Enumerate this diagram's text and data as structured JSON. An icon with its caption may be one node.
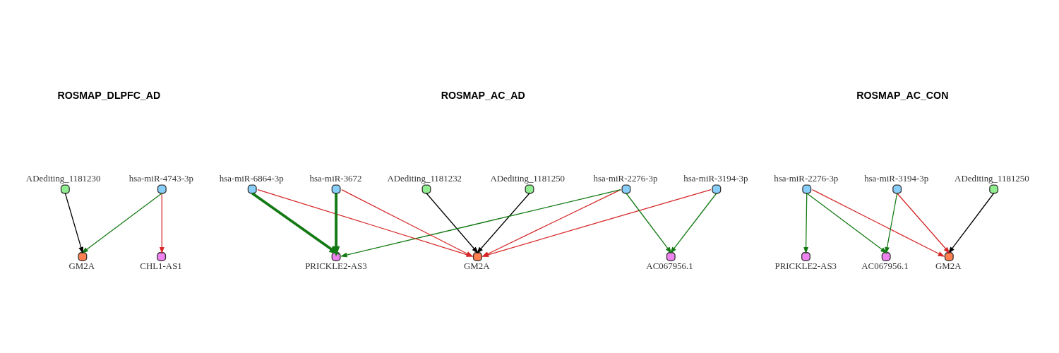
{
  "diagram": {
    "nodes": [
      {
        "text": [
          "CHL1-AS1"
        ]
      },
      {
        "text": [
          "hsa-miR-4743-3p"
        ]
      },
      {
        "text": [
          "GM2A"
        ]
      },
      {
        "text": [
          "ADediting_1181230"
        ]
      },
      {
        "text": [
          "ADediting_1181250"
        ]
      },
      {
        "text": [
          "ADediting_1181232"
        ]
      },
      {
        "text": [
          "hsa-miR-3194-3p"
        ]
      },
      {
        "text": [
          "GM2A"
        ]
      },
      {
        "text": [
          "AC067956.1"
        ]
      },
      {
        "text": [
          "hsa-miR-2276-3p"
        ]
      },
      {
        "text": [
          "hsa-miR-6864-3p"
        ]
      },
      {
        "text": [
          "hsa-miR-3672"
        ]
      },
      {
        "text": [
          "PRICKLE2-AS3"
        ]
      },
      {
        "text": [
          "PRICKLE2-AS3"
        ]
      },
      {
        "text": [
          "ADediting_1181250"
        ]
      },
      {
        "text": [
          "hsa-miR-2276-3p"
        ]
      },
      {
        "text": [
          "GM2A"
        ]
      },
      {
        "text": [
          "AC067956.1"
        ]
      },
      {
        "text": [
          "hsa-miR-3194-3p"
        ]
      }
    ],
    "edges": [
      {
        "from": 1,
        "to": 0,
        "arrow": "to",
        "color": "#d62728"
      },
      {
        "from": 1,
        "to": 2,
        "arrow": "to"
      },
      {
        "from": 3,
        "to": 2,
        "arrow": "to",
        "color": "#000000"
      },
      {
        "from": 4,
        "to": 7,
        "arrow": "to",
        "color": "#000000"
      },
      {
        "from": 5,
        "to": 7,
        "arrow": "to",
        "color": "#000000"
      },
      {
        "from": 6,
        "to": 7,
        "arrow": "to",
        "color": "#d62728"
      },
      {
        "from": 6,
        "to": 8,
        "arrow": "to"
      },
      {
        "from": 9,
        "to": 8,
        "arrow": "to"
      },
      {
        "from": 9,
        "to": 7,
        "arrow": "to",
        "color": "#d62728"
      },
      {
        "from": 9,
        "to": 12,
        "arrow": "to"
      },
      {
        "from": 10,
        "to": 7,
        "arrow": "to",
        "color": "#d62728"
      },
      {
        "from": 10,
        "to": 12,
        "arrow": "to",
        "style": "thick"
      },
      {
        "from": 11,
        "to": 7,
        "arrow": "to",
        "color": "#d62728"
      },
      {
        "from": 11,
        "to": 12,
        "arrow": "to",
        "style": "thick"
      },
      {
        "from": 15,
        "to": 13,
        "arrow": "to"
      },
      {
        "from": 14,
        "to": 16,
        "arrow": "to",
        "color": "#000000"
      },
      {
        "from": 15,
        "to": 16,
        "arrow": "to",
        "color": "#d62728"
      },
      {
        "from": 15,
        "to": 17,
        "arrow": "to"
      },
      {
        "from": 18,
        "to": 17,
        "arrow": "to"
      },
      {
        "from": 18,
        "to": 16,
        "arrow": "to",
        "color": "#d62728"
      }
    ],
    "labels": [
      "ROSMAP_DLPFC_AD",
      "ROSMAP_AC_AD",
      "ROSMAP_AC_CON"
    ]
  }
}
